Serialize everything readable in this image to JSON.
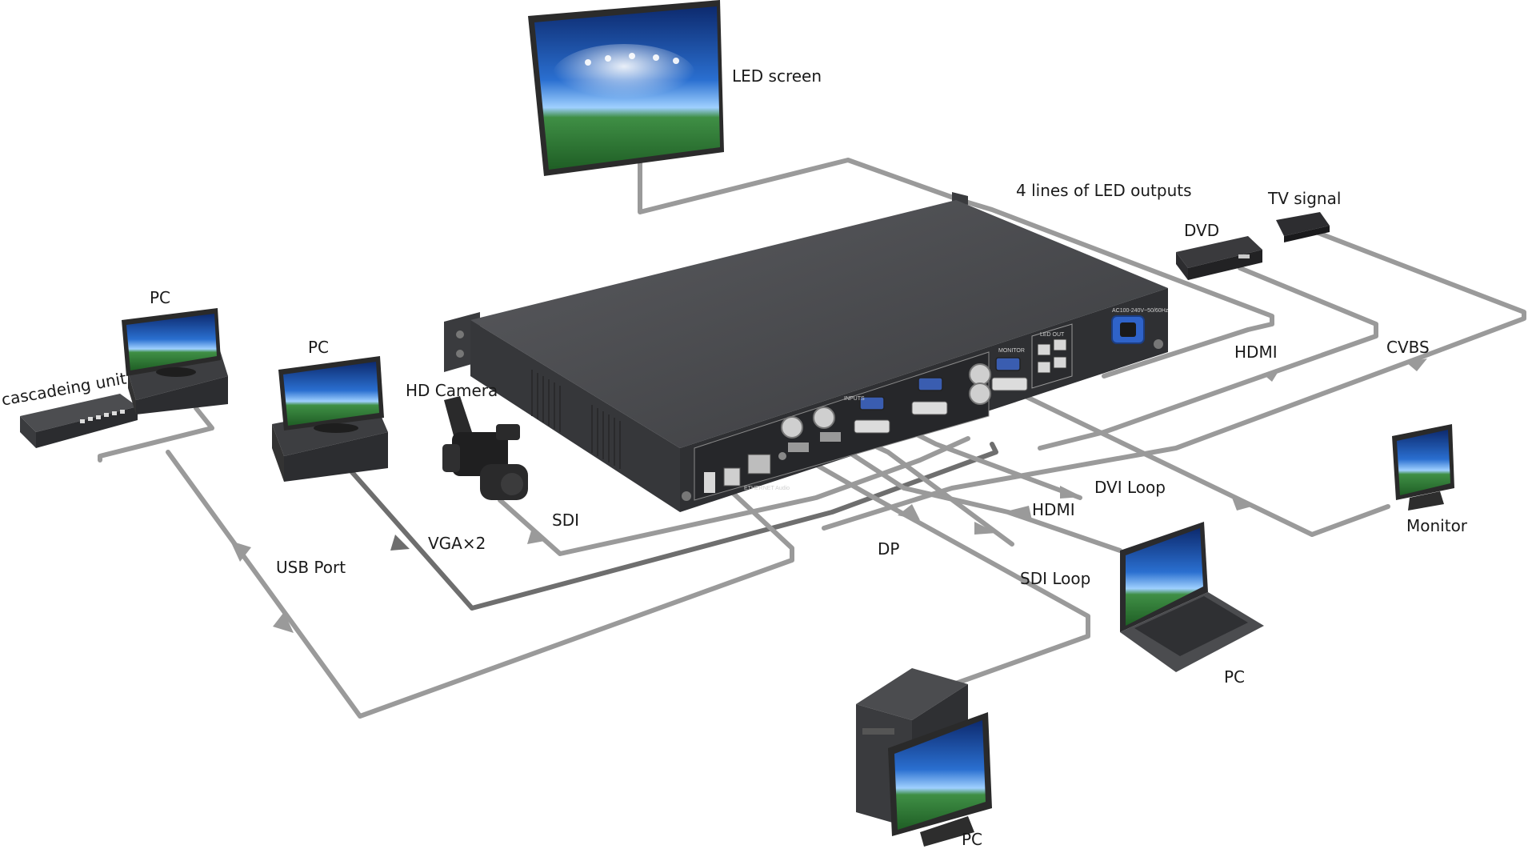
{
  "labels": {
    "led_screen": "LED screen",
    "led_outputs": "4 lines of LED outputs",
    "tv_signal": "TV signal",
    "dvd": "DVD",
    "pc_left": "PC",
    "pc_mid": "PC",
    "cascading": "cascadeing unit",
    "hd_camera": "HD Camera",
    "hdmi_right": "HDMI",
    "cvbs": "CVBS",
    "monitor": "Monitor",
    "dvi_loop": "DVI Loop",
    "hdmi_bottom": "HDMI",
    "sdi": "SDI",
    "vga": "VGA×2",
    "usb_port": "USB Port",
    "dp": "DP",
    "sdi_loop": "SDI Loop",
    "pc_laptop": "PC",
    "pc_tower": "PC"
  },
  "device_labels": {
    "inputs": "INPUTS",
    "monitor_port": "MONITOR",
    "led_out": "LED OUT",
    "ethernet_audio": "ETHERNET  Audio",
    "power": "AC100-240V~50/60Hz"
  },
  "colors": {
    "cable": "#9a9a9a",
    "cable_dark": "#6e6e6e",
    "device_body": "#444548",
    "device_top": "#55565a",
    "screen_blue": "#1d4fa8",
    "pitch_green": "#3e8f3c"
  }
}
